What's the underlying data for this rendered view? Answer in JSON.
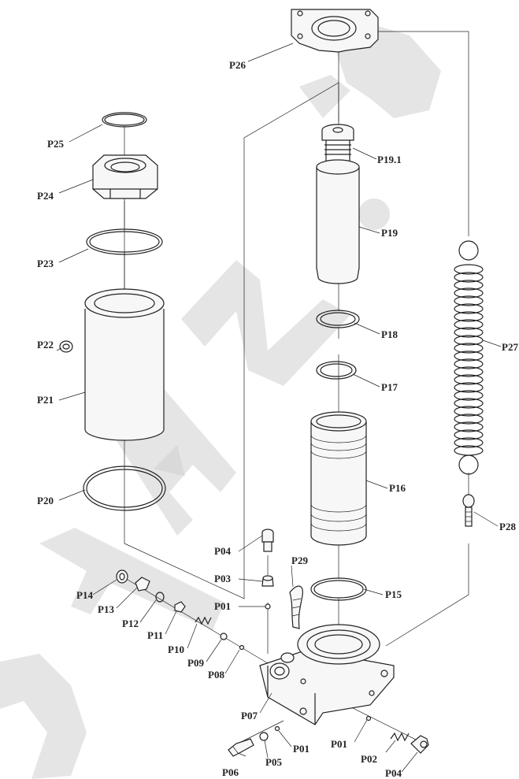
{
  "diagram": {
    "colors": {
      "line": "#222222",
      "watermark": "#cfcfcf",
      "background": "#ffffff"
    },
    "labels": {
      "p26": "P26",
      "p25": "P25",
      "p24": "P24",
      "p23": "P23",
      "p22": "P22",
      "p21": "P21",
      "p20": "P20",
      "p19_1": "P19.1",
      "p19": "P19",
      "p18": "P18",
      "p17": "P17",
      "p16": "P16",
      "p15": "P15",
      "p27": "P27",
      "p28": "P28",
      "p29": "P29",
      "p04_top": "P04",
      "p03": "P03",
      "p01_mid": "P01",
      "p14": "P14",
      "p13": "P13",
      "p12": "P12",
      "p11": "P11",
      "p10": "P10",
      "p09": "P09",
      "p08": "P08",
      "p07": "P07",
      "p06": "P06",
      "p05": "P05",
      "p01_low": "P01",
      "p01_right": "P01",
      "p02": "P02",
      "p04_bot": "P04"
    }
  }
}
